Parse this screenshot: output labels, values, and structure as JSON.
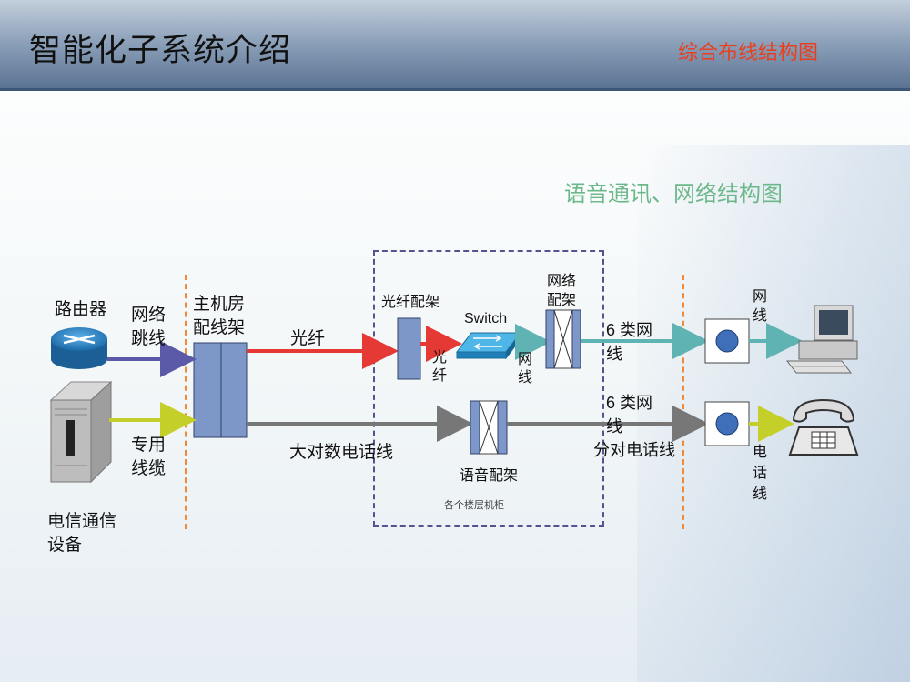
{
  "header": {
    "title": "智能化子系统介绍",
    "subtitle": "综合布线结构图"
  },
  "diagram": {
    "heading": "语音通讯、网络结构图",
    "router": "路由器",
    "network_jumper": [
      "网络",
      "跳线"
    ],
    "telecom_device": [
      "电信通信",
      "设备"
    ],
    "dedicated_cable": [
      "专用",
      "线缆"
    ],
    "main_rack": [
      "主机房",
      "配线架"
    ],
    "fiber_line": "光纤",
    "trunk_cable": "大对数电话线",
    "fiber_panel": "光纤配架",
    "fiber_short": [
      "光",
      "纤"
    ],
    "switch": "Switch",
    "net_short": [
      "网",
      "线"
    ],
    "net_panel": [
      "网络",
      "配架"
    ],
    "voice_panel": "语音配架",
    "cabinet_label": "各个楼层机柜",
    "cat6_top": [
      "6 类网",
      "线"
    ],
    "cat6_bottom": [
      "6 类网",
      "线"
    ],
    "pair_cable": "分对电话线",
    "net_end": [
      "网",
      "线"
    ],
    "phone_end": [
      "电",
      "话",
      "线"
    ]
  },
  "colors": {
    "fiber": "#e53935",
    "network": "#5fb3b3",
    "gray_line": "#777777",
    "dedicated": "#c5cf2a",
    "jumper": "#5a5aa8",
    "panel": "#7d97c8",
    "divider": "#f08a3a",
    "cabinet_border": "#55528f"
  },
  "icons": [
    "router-icon",
    "telecom-server-icon",
    "computer-icon",
    "telephone-icon",
    "outlet-icon",
    "switch-icon"
  ]
}
